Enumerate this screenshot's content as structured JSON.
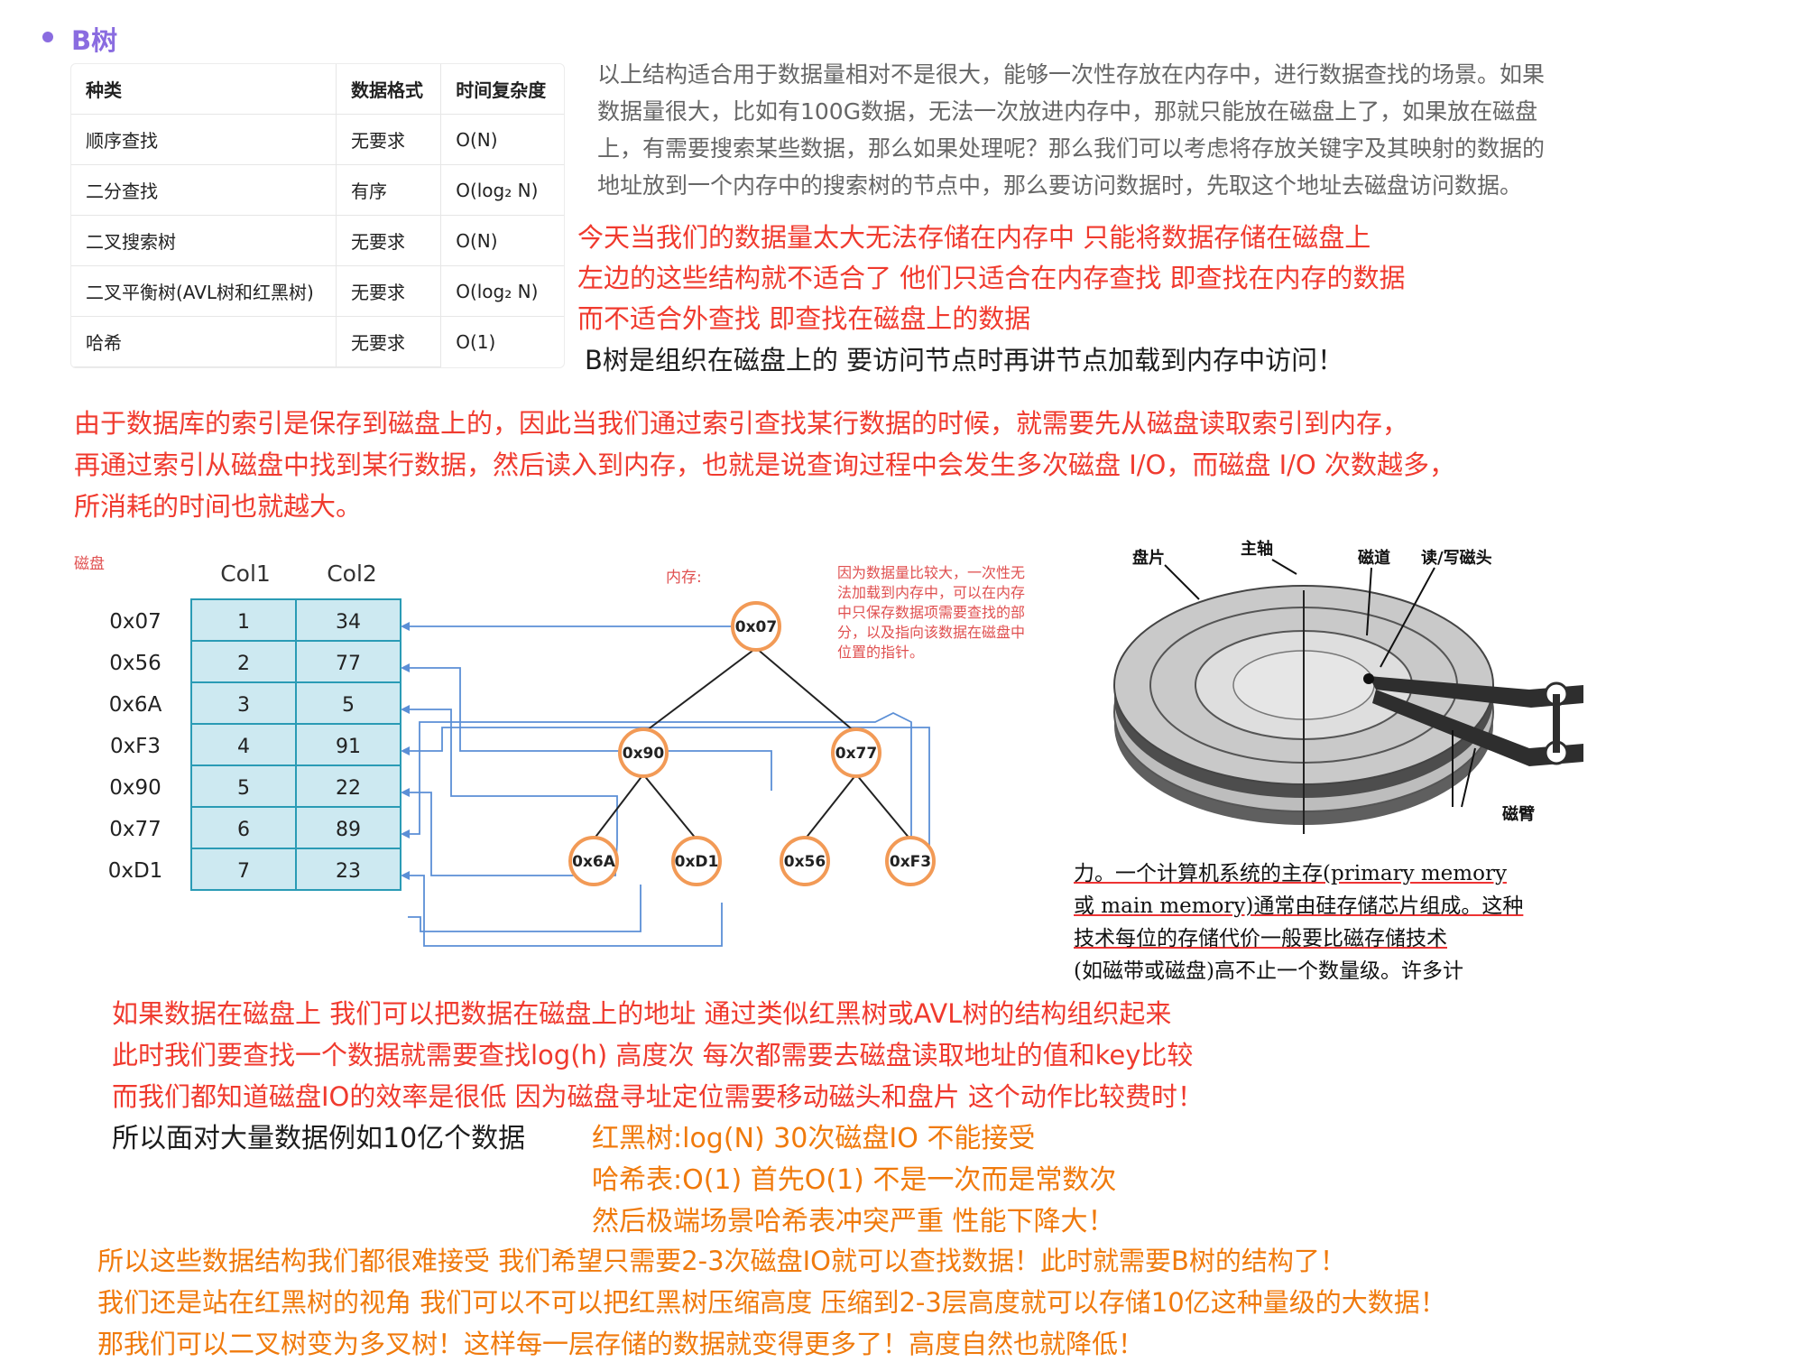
{
  "heading": "B树",
  "table": {
    "headers": [
      "种类",
      "数据格式",
      "时间复杂度"
    ],
    "rows": [
      [
        "顺序查找",
        "无要求",
        "O(N)"
      ],
      [
        "二分查找",
        "有序",
        "O(log₂ N)"
      ],
      [
        "二叉搜索树",
        "无要求",
        "O(N)"
      ],
      [
        "二叉平衡树(AVL树和红黑树)",
        "无要求",
        "O(log₂ N)"
      ],
      [
        "哈希",
        "无要求",
        "O(1)"
      ]
    ]
  },
  "intro_paragraph": [
    "以上结构适合用于数据量相对不是很大，能够一次性存放在内存中，进行数据查找的场景。如果",
    "数据量很大，比如有100G数据，无法一次放进内存中，那就只能放在磁盘上了，如果放在磁盘",
    "上，有需要搜索某些数据，那么如果处理呢？那么我们可以考虑将存放关键字及其映射的数据的",
    "地址放到一个内存中的搜索树的节点中，那么要访问数据时，先取这个地址去磁盘访问数据。"
  ],
  "note_red_1": [
    "今天当我们的数据量太大无法存储在内存中 只能将数据存储在磁盘上",
    "左边的这些结构就不适合了 他们只适合在内存查找 即查找在内存的数据",
    "而不适合外查找 即查找在磁盘上的数据"
  ],
  "note_black_1": "B树是组织在磁盘上的 要访问节点时再讲节点加载到内存中访问！",
  "note_red_2": [
    "由于数据库的索引是保存到磁盘上的，因此当我们通过索引查找某行数据的时候，就需要先从磁盘读取索引到内存，",
    "再通过索引从磁盘中找到某行数据，然后读入到内存，也就是说查询过程中会发生多次磁盘 I/O，而磁盘 I/O 次数越多，",
    "所消耗的时间也就越大。"
  ],
  "diagram": {
    "disk_label": "磁盘",
    "memory_label": "内存:",
    "col_headers": [
      "Col1",
      "Col2"
    ],
    "rows": [
      {
        "addr": "0x07",
        "col1": "1",
        "col2": "34"
      },
      {
        "addr": "0x56",
        "col1": "2",
        "col2": "77"
      },
      {
        "addr": "0x6A",
        "col1": "3",
        "col2": "5"
      },
      {
        "addr": "0xF3",
        "col1": "4",
        "col2": "91"
      },
      {
        "addr": "0x90",
        "col1": "5",
        "col2": "22"
      },
      {
        "addr": "0x77",
        "col1": "6",
        "col2": "89"
      },
      {
        "addr": "0xD1",
        "col1": "7",
        "col2": "23"
      }
    ],
    "nodes": [
      "0x07",
      "0x90",
      "0x77",
      "0x6A",
      "0xD1",
      "0x56",
      "0xF3"
    ],
    "memory_note": [
      "因为数据量比较大，一次性无",
      "法加载到内存中，可以在内存",
      "中只保存数据项需要查找的部",
      "分，以及指向该数据在磁盘中",
      "位置的指针。"
    ]
  },
  "disk_figure": {
    "labels": {
      "platter": "盘片",
      "spindle": "主轴",
      "track": "磁道",
      "head": "读/写磁头",
      "arm": "磁臂"
    },
    "caption": [
      "力。一个计算机系统的主存(primary memory",
      "或 main memory)通常由硅存储芯片组成。这种",
      "技术每位的存储代价一般要比磁存储技术",
      "(如磁带或磁盘)高不止一个数量级。许多计"
    ]
  },
  "note_red_3": [
    "如果数据在磁盘上 我们可以把数据在磁盘上的地址 通过类似红黑树或AVL树的结构组织起来",
    "此时我们要查找一个数据就需要查找log(h) 高度次 每次都需要去磁盘读取地址的值和key比较",
    "而我们都知道磁盘IO的效率是很低 因为磁盘寻址定位需要移动磁头和盘片 这个动作比较费时！"
  ],
  "note_black_2": "所以面对大量数据例如10亿个数据",
  "note_orange_1": [
    "红黑树:log(N)  30次磁盘IO 不能接受",
    "哈希表:O(1) 首先O(1) 不是一次而是常数次",
    "然后极端场景哈希表冲突严重 性能下降大！"
  ],
  "note_orange_2": [
    "所以这些数据结构我们都很难接受 我们希望只需要2-3次磁盘IO就可以查找数据！此时就需要B树的结构了！",
    "我们还是站在红黑树的视角 我们可以不可以把红黑树压缩高度 压缩到2-3层高度就可以存储10亿这种量级的大数据！",
    "那我们可以二叉树变为多叉树！这样每一层存储的数据就变得更多了！高度自然也就降低！"
  ],
  "colors": {
    "accent": "#8a6ce0",
    "red": "#f03a2e",
    "orange": "#f07a0c",
    "cell_fill": "#cde9f1",
    "cell_border": "#2a9bb5",
    "node_border": "#f29a56",
    "link": "#5b8fd6"
  }
}
